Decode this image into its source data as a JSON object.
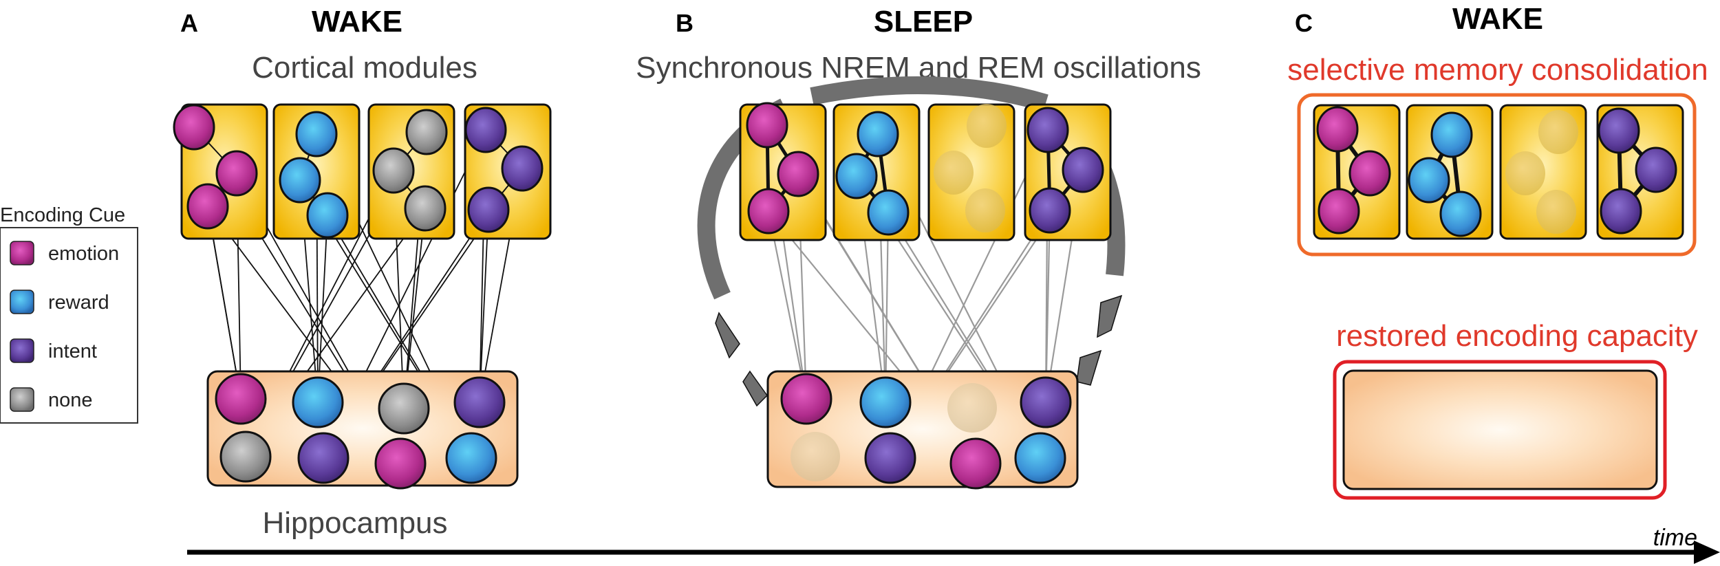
{
  "panel_a": {
    "letter": "A",
    "title": "WAKE",
    "subtitle": "Cortical modules",
    "bottom_label": "Hippocampus"
  },
  "panel_b": {
    "letter": "B",
    "title": "SLEEP",
    "subtitle": "Synchronous NREM and REM oscillations"
  },
  "panel_c": {
    "letter": "C",
    "title": "WAKE",
    "top_label": "selective memory consolidation",
    "bottom_label": "restored encoding capacity"
  },
  "legend": {
    "title": "Encoding Cue",
    "items": [
      {
        "label": "emotion",
        "type": "emotion"
      },
      {
        "label": "reward",
        "type": "reward"
      },
      {
        "label": "intent",
        "type": "intent"
      },
      {
        "label": "none",
        "type": "none"
      }
    ]
  },
  "timeline": {
    "label": "time"
  },
  "colors": {
    "emotion": "#b02c8c",
    "reward": "#3a8fd6",
    "intent": "#5a3a98",
    "none": "#8e8e8e",
    "module_fill": "#f6c21c",
    "hippo_fill": "#f9c99a",
    "orange_frame": "#ef6a2a",
    "red_frame": "#e01f26",
    "red_text": "#e0392b"
  }
}
